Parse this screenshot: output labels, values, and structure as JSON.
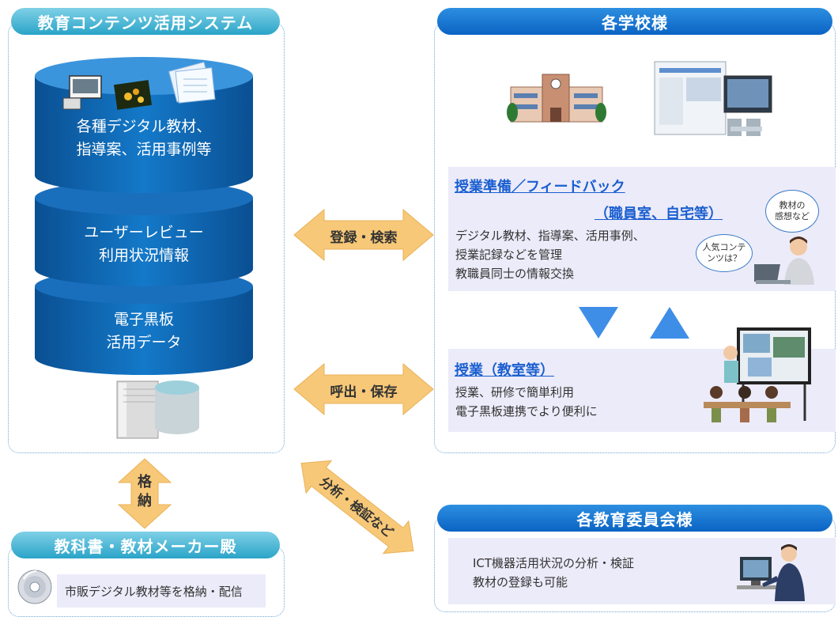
{
  "system_panel": {
    "title": "教育コンテンツ活用システム",
    "layer1_lines": [
      "各種デジタル教材、",
      "指導案、活用事例等"
    ],
    "layer2_lines": [
      "ユーザーレビュー",
      "利用状況情報"
    ],
    "layer3_lines": [
      "電子黒板",
      "活用データ"
    ]
  },
  "arrows": {
    "register_search": "登録・検索",
    "call_save": "呼出・保存",
    "store_chars": [
      "格",
      "納"
    ],
    "analysis": "分析・検証など"
  },
  "schools_panel": {
    "title": "各学校様",
    "prep": {
      "title": "授業準備／フィードバック",
      "subtitle": "（職員室、自宅等）",
      "lines": [
        "デジタル教材、指導案、活用事例、",
        "授業記録などを管理",
        "教職員同士の情報交換"
      ],
      "bubble1_lines": [
        "教材の",
        "感想など"
      ],
      "bubble2_lines": [
        "人気コンテ",
        "ンツは？"
      ]
    },
    "lesson": {
      "title": "授業（教室等）",
      "lines": [
        "授業、研修で簡単利用",
        "電子黒板連携でより便利に"
      ]
    }
  },
  "publishers_panel": {
    "title": "教科書・教材メーカー殿",
    "text": "市販デジタル教材等を格納・配信"
  },
  "boards_panel": {
    "title": "各教育委員会様",
    "lines": [
      "ICT機器活用状況の分析・検証",
      "教材の登録も可能"
    ]
  },
  "colors": {
    "cylinder": "#0d68b6",
    "cylinder_top": "#3b95dd",
    "header_blue": "#0b63c4",
    "header_teal": "#2aa4c8",
    "arrow_fill": "#f7c877",
    "triangle": "#3e8ee8",
    "link": "#1a5fd0",
    "box_bg": "#ecebf9"
  }
}
